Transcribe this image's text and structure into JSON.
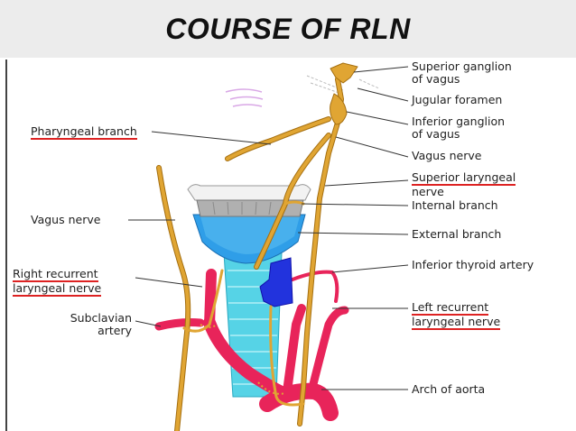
{
  "slide": {
    "title": "COURSE OF RLN"
  },
  "labels": {
    "superior_ganglion_1": "Superior ganglion",
    "superior_ganglion_2": "of vagus",
    "jugular_foramen": "Jugular foramen",
    "inferior_ganglion_1": "Inferior ganglion",
    "inferior_ganglion_2": "of vagus",
    "vagus_nerve_right": "Vagus nerve",
    "superior_laryngeal_1": "Superior laryngeal",
    "superior_laryngeal_2": "nerve",
    "internal_branch": "Internal branch",
    "external_branch": "External branch",
    "inferior_thyroid_artery": "Inferior thyroid artery",
    "left_recurrent_1": "Left recurrent",
    "left_recurrent_2": "laryngeal nerve",
    "arch_of_aorta": "Arch of aorta",
    "pharyngeal_branch": "Pharyngeal branch",
    "vagus_nerve_left": "Vagus nerve",
    "right_recurrent_1": "Right recurrent",
    "right_recurrent_2": "laryngeal nerve",
    "subclavian_1": "Subclavian",
    "subclavian_2": "artery"
  },
  "colors": {
    "nerve": "#e0a533",
    "nerve_outline": "#a56f10",
    "artery": "#e8245a",
    "trachea": "#56d3e6",
    "larynx": "#2f9ee8",
    "thyroid_artery": "#2233dd",
    "underline": "#dd2222",
    "leader": "#333333"
  }
}
